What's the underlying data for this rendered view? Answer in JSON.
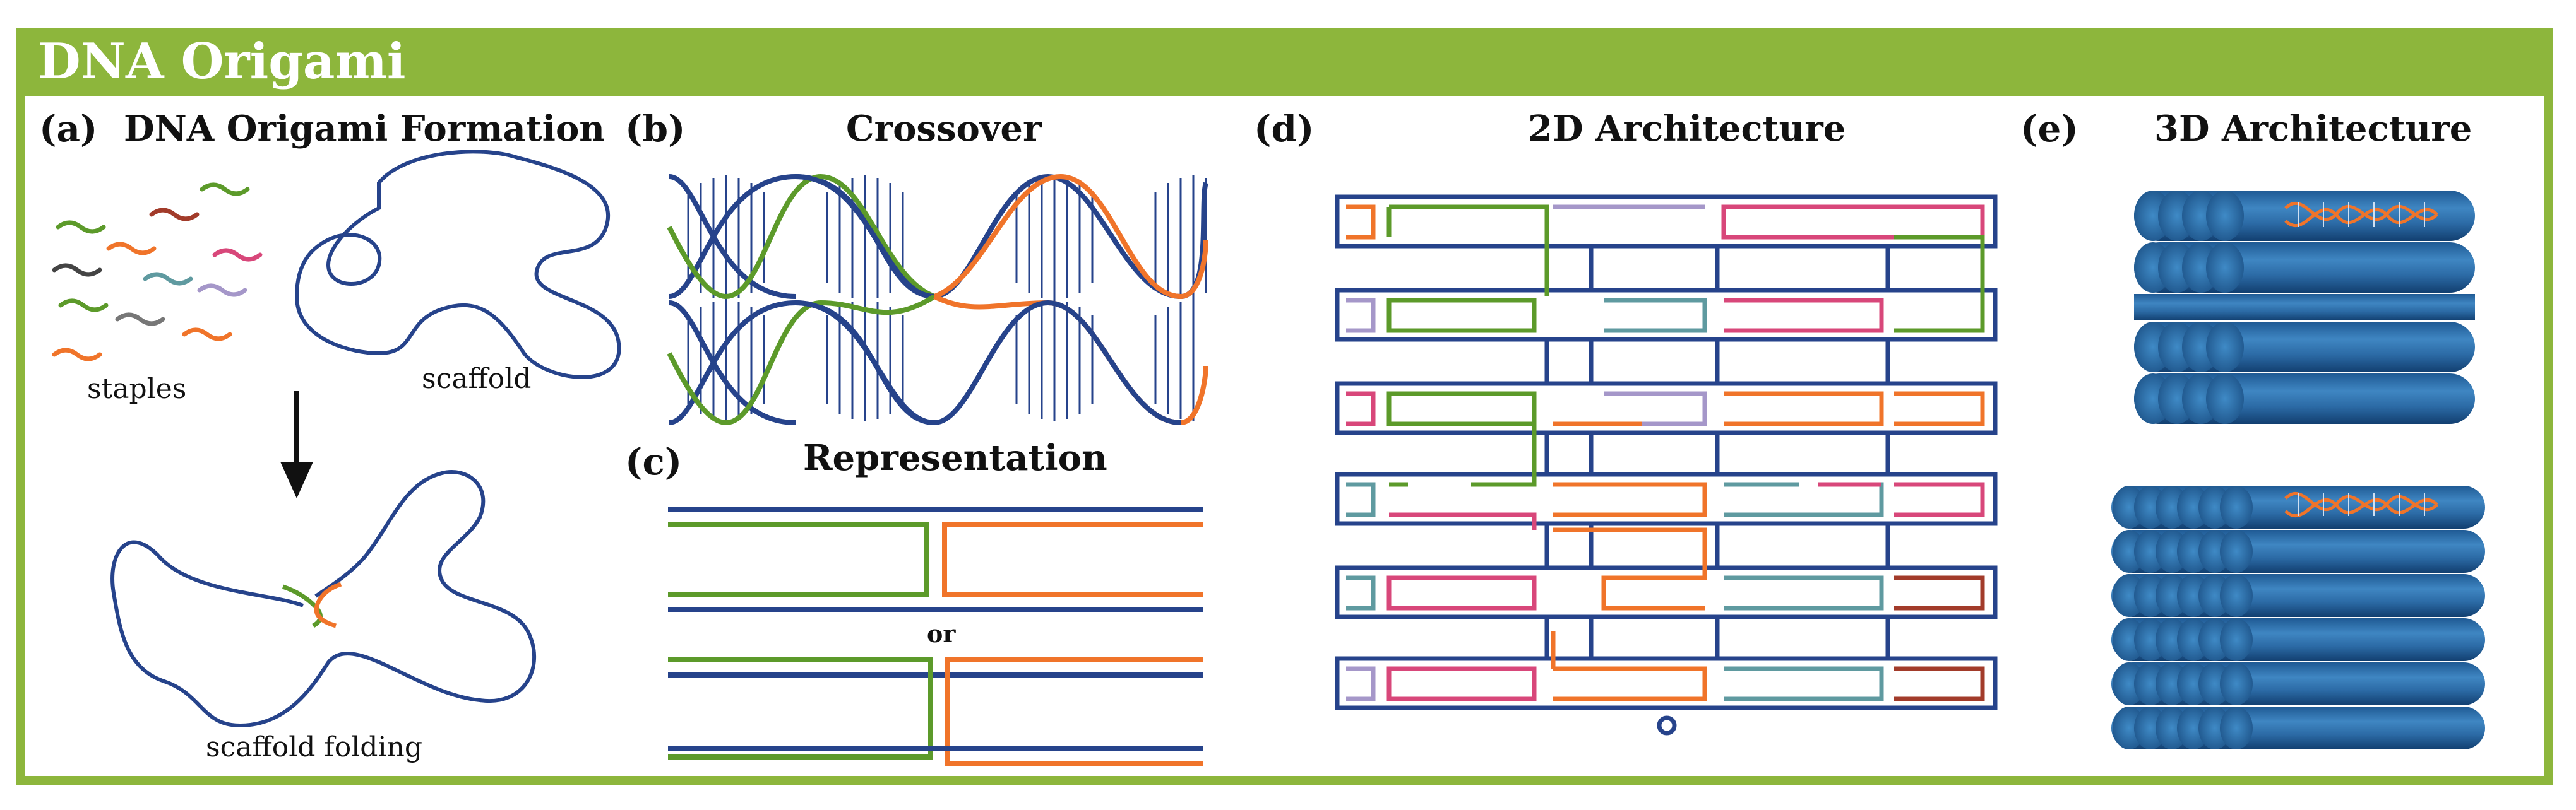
{
  "header": {
    "title": "DNA Origami"
  },
  "panels": {
    "a": {
      "label": "(a)",
      "title": "DNA Origami Formation",
      "staples": "staples",
      "scaffold": "scaffold",
      "folding": "scaffold folding"
    },
    "b": {
      "label": "(b)",
      "title": "Crossover"
    },
    "c": {
      "label": "(c)",
      "title": "Representation",
      "or": "or"
    },
    "d": {
      "label": "(d)",
      "title": "2D Architecture"
    },
    "e": {
      "label": "(e)",
      "title": "3D Architecture"
    }
  },
  "colors": {
    "banner": "#8db63c",
    "scaffold": "#26438b",
    "green": "#5c9a2a",
    "orange": "#f0742a",
    "pink": "#d8477a",
    "lavender": "#a597c9",
    "teal": "#5f9aa0",
    "brown": "#a23b2a",
    "cylinder": "#2f6fa8"
  }
}
